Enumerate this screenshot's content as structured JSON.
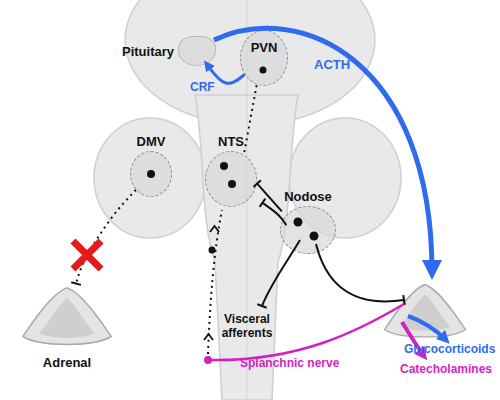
{
  "diagram": {
    "nodes": [
      {
        "text": [
          "Pituitary"
        ]
      },
      {
        "text": [
          "PVN"
        ]
      },
      {
        "text": [
          "DMV"
        ]
      },
      {
        "text": [
          "NTS"
        ]
      },
      {
        "text": [
          "Nodose"
        ]
      },
      {
        "text": [
          "Adrenal"
        ]
      }
    ],
    "edges": [
      {
        "from": 1,
        "to": 0,
        "label": "CRF",
        "arrow": "to"
      },
      {
        "from": 3,
        "to": 1,
        "arrow": "none"
      },
      {
        "from": 2,
        "to": 5,
        "arrow": "none"
      },
      {
        "from": 4,
        "to": 3,
        "arrow": "none"
      },
      {
        "from": 4,
        "to": 3,
        "arrow": "none"
      }
    ],
    "labels": [
      "ACTH",
      "Visceral afferents",
      "Splanchnic nerve",
      "Glucocorticoids",
      "Catecholamines"
    ]
  }
}
